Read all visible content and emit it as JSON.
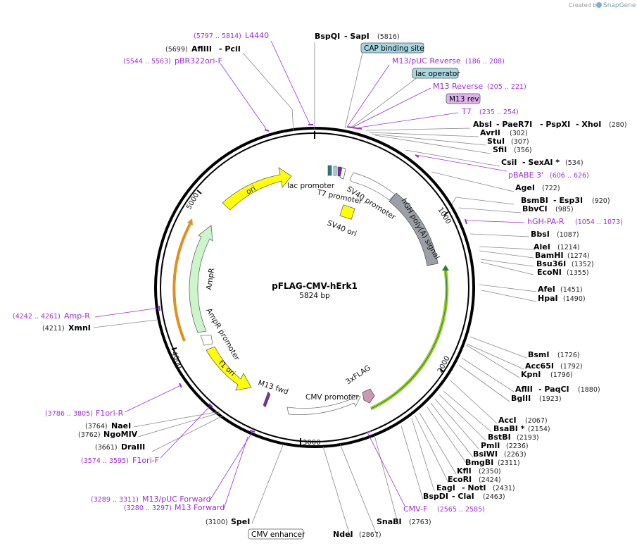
{
  "credit": "Created by",
  "brand": "SnapGene",
  "plasmid": {
    "name": "pFLAG-CMV-hErk1",
    "size": "5824 bp"
  },
  "ticks": [
    "1000",
    "2000",
    "3000",
    "4000",
    "5000"
  ],
  "features": {
    "ori": "ori",
    "lac_promoter": "lac promoter",
    "t7_promoter": "T7 promoter",
    "sv40_promoter": "SV40 promoter",
    "hgh": "hGH poly(A) signal",
    "sv40_ori": "SV40 ori",
    "ampr": "AmpR",
    "ampr_promoter": "AmpR promoter",
    "f1_ori": "f1 ori",
    "m13_fwd": "M13 fwd",
    "cmv_promoter": "CMV promoter",
    "flag": "3xFLAG"
  },
  "boxed": {
    "cap": "CAP binding site",
    "lac_operator": "lac operator",
    "m13_rev": "M13 rev",
    "cmv_enhancer": "CMV enhancer"
  },
  "primers": {
    "l4440": {
      "name": "L4440",
      "pos": "(5797 .. 5814)"
    },
    "pbr322": {
      "name": "pBR322ori-F",
      "pos": "(5544 .. 5563)"
    },
    "m13puc_rev": {
      "name": "M13/pUC Reverse",
      "pos": "(186 .. 208)"
    },
    "m13_reverse": {
      "name": "M13 Reverse",
      "pos": "(205 .. 221)"
    },
    "t7": {
      "name": "T7",
      "pos": "(235 .. 254)"
    },
    "pbabe3": {
      "name": "pBABE 3'",
      "pos": "(606 .. 626)"
    },
    "hgh_pa_r": {
      "name": "hGH-PA-R",
      "pos": "(1054 .. 1073)"
    },
    "amp_r": {
      "name": "Amp-R",
      "pos": "(4242 .. 4261)"
    },
    "f1ori_r": {
      "name": "F1ori-R",
      "pos": "(3786 .. 3805)"
    },
    "f1ori_f": {
      "name": "F1ori-F",
      "pos": "(3574 .. 3595)"
    },
    "m13puc_fwd": {
      "name": "M13/pUC Forward",
      "pos": "(3289 .. 3311)"
    },
    "m13_forward": {
      "name": "M13 Forward",
      "pos": "(3280 .. 3297)"
    },
    "cmv_f": {
      "name": "CMV-F",
      "pos": "(2565 .. 2585)"
    }
  },
  "sites": {
    "bspqi": "BspQI",
    "sapi": "- SapI",
    "bspqi_pos": "(5816)",
    "afliii_top": "AflIII",
    "pcii": "- PciI",
    "afliii_top_pos": "(5699)",
    "absi": "AbsI",
    "paer7i": "- PaeR7I",
    "pspxi": "- PspXI",
    "xhoi": "- XhoI",
    "absi_pos": "(280)",
    "avrii": "AvrII",
    "avrii_pos": "(302)",
    "stui": "StuI",
    "stui_pos": "(307)",
    "sfii": "SfiI",
    "sfii_pos": "(356)",
    "csii": "CsiI",
    "sexai": "- SexAI *",
    "csii_pos": "(534)",
    "agei": "AgeI",
    "agei_pos": "(722)",
    "bsmbi": "BsmBI",
    "esp3i": "- Esp3I",
    "bsmbi_pos": "(920)",
    "bbvci": "BbvCI",
    "bbvci_pos": "(985)",
    "bbsi": "BbsI",
    "bbsi_pos": "(1087)",
    "alei": "AleI",
    "alei_pos": "(1214)",
    "bamhi": "BamHI",
    "bamhi_pos": "(1274)",
    "bsu36i": "Bsu36I",
    "bsu36i_pos": "(1352)",
    "econi": "EcoNI",
    "econi_pos": "(1355)",
    "afei": "AfeI",
    "afei_pos": "(1451)",
    "hpai": "HpaI",
    "hpai_pos": "(1490)",
    "bsmi": "BsmI",
    "bsmi_pos": "(1726)",
    "acc65i": "Acc65I",
    "acc65i_pos": "(1792)",
    "kpni": "KpnI",
    "kpni_pos": "(1796)",
    "afliii": "AflII",
    "paqci": "- PaqCI",
    "afliii_pos": "(1880)",
    "bglii": "BglII",
    "bglii_pos": "(1923)",
    "acci": "AccI",
    "acci_pos": "(2067)",
    "bsabi": "BsaBI *",
    "bsabi_pos": "(2154)",
    "bstbi": "BstBI",
    "bstbi_pos": "(2193)",
    "pmli": "PmlI",
    "pmli_pos": "(2236)",
    "bsiwi": "BsiWI",
    "bsiwi_pos": "(2263)",
    "bmgbi": "BmgBI",
    "bmgbi_pos": "(2311)",
    "kfli": "KflI",
    "kfli_pos": "(2350)",
    "ecori": "EcoRI",
    "ecori_pos": "(2424)",
    "eagi": "EagI",
    "noti": "- NotI",
    "eagi_pos": "(2431)",
    "bspdi": "BspDI",
    "clai": "- ClaI",
    "bspdi_pos": "(2463)",
    "snabi": "SnaBI",
    "snabi_pos": "(2763)",
    "ndei": "NdeI",
    "ndei_pos": "(2867)",
    "spei": "SpeI",
    "spei_pos": "(3100)",
    "dra3": "DraIII",
    "dra3_pos": "(3661)",
    "ngomiv": "NgoMIV",
    "ngomiv_pos": "(3762)",
    "naei": "NaeI",
    "naei_pos": "(3764)",
    "xmni": "XmnI",
    "xmni_pos": "(4211)"
  },
  "colors": {
    "ori": "#ffff00",
    "ampr": "#ccf5cc",
    "hgh": "#9aa0a6",
    "flag": "#cc99b3",
    "primer": "#9a2ed8",
    "cap_box": "#a6d7e0",
    "mrev_box": "#e0b3f0"
  }
}
